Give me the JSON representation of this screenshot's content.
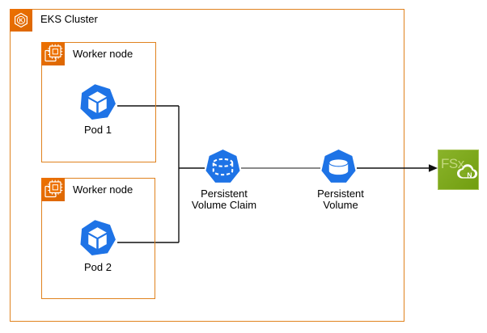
{
  "colors": {
    "aws-orange": "#ED7100",
    "aws-orange-dark": "#DC6703",
    "box-border-orange": "#E0821E",
    "k8s-blue": "#1E73E6",
    "fsx-green-light": "#8AB32A",
    "fsx-green-dark": "#719E10",
    "fsx-border-green": "#A6C356",
    "fsx-text-green": "#C3D87E",
    "line-black": "#111111",
    "line-gray": "#444444",
    "text-black": "#000000",
    "icon-white": "#FFFFFF"
  },
  "cluster": {
    "label": "EKS Cluster",
    "icon_letter": "K"
  },
  "worker_nodes": [
    {
      "label": "Worker node",
      "pod": {
        "label": "Pod 1"
      }
    },
    {
      "label": "Worker node",
      "pod": {
        "label": "Pod 2"
      }
    }
  ],
  "pvc": {
    "label_line1": "Persistent",
    "label_line2": "Volume Claim"
  },
  "pv": {
    "label_line1": "Persistent",
    "label_line2": "Volume"
  },
  "fsx": {
    "text": "FSx",
    "letter": "N"
  }
}
